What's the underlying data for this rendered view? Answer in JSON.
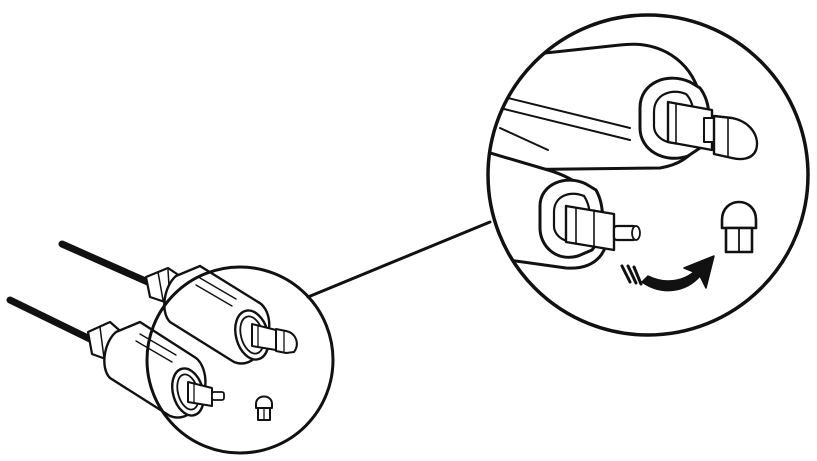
{
  "figure": {
    "kind": "illustration",
    "subject": "optical-audio-connector-cap-removal",
    "colors": {
      "line": "#111111",
      "background": "#ffffff"
    },
    "parts": {
      "cables": 2,
      "connectors": 2,
      "caps_shown": 2,
      "detail_view": "magnified",
      "action": "remove-protective-cap"
    }
  }
}
